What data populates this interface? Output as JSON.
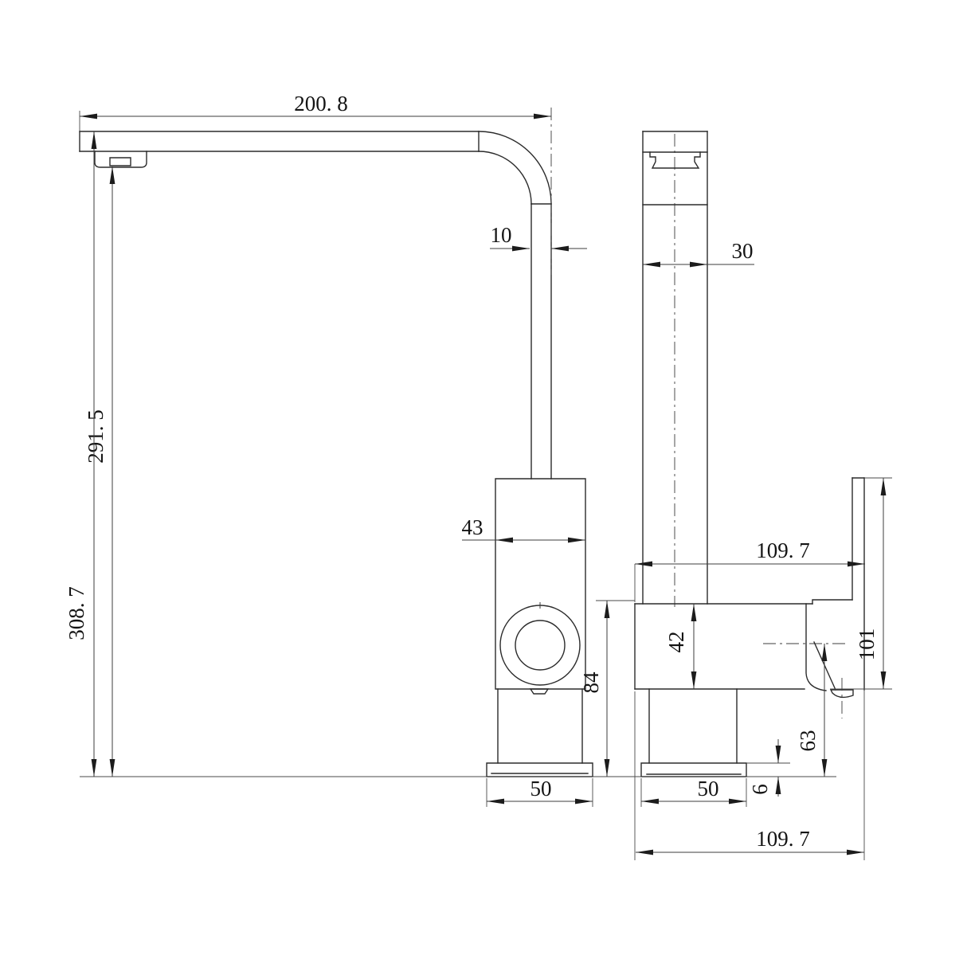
{
  "drawing": {
    "type": "faucet-2-view-dimension-drawing",
    "dimensions": {
      "spout_reach": "200. 8",
      "tube_width": "10",
      "column_width": "30",
      "clearance_height": "291. 5",
      "overall_height": "308. 7",
      "body_width": "43",
      "top_reach": "109. 7",
      "body_height": "42",
      "body_top_height": "84",
      "handle_height": "101",
      "pivot_height": "63",
      "base_thickness": "6",
      "front_base_width": "50",
      "side_base_width": "50",
      "bottom_reach": "109. 7"
    },
    "line_color": "#2b2b2b",
    "background": "#ffffff"
  }
}
